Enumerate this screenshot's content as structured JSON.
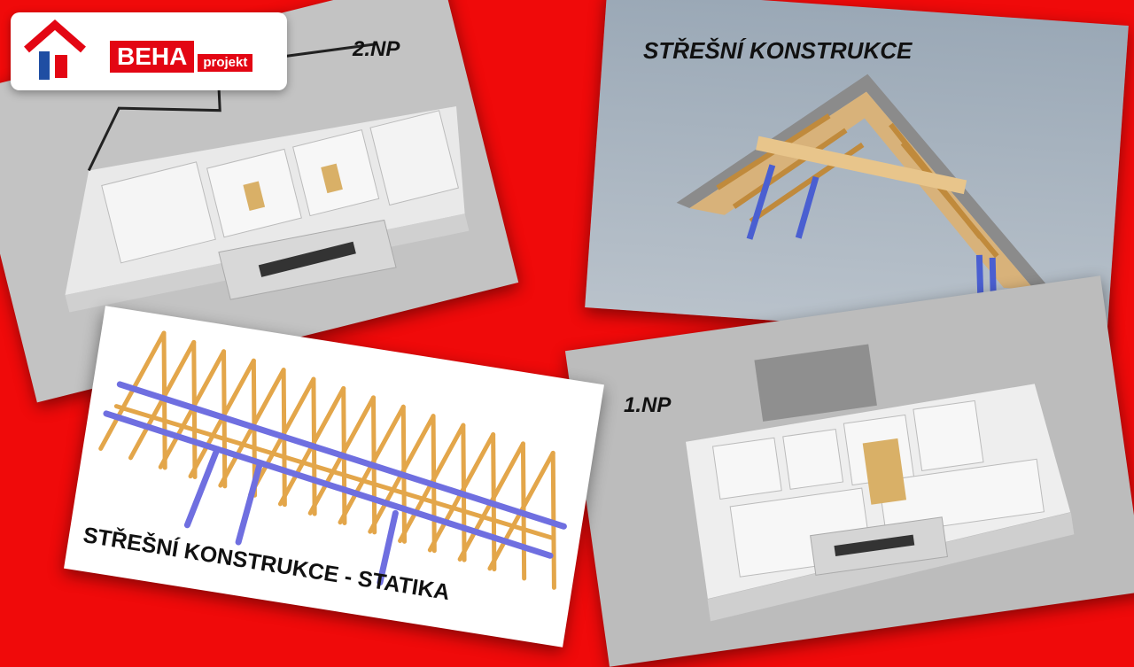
{
  "logo": {
    "icon": "house-logo-icon",
    "brand_main": "BEHA",
    "brand_sub": "projekt"
  },
  "panels": {
    "floor2": {
      "caption": "2.NP"
    },
    "roof": {
      "caption": "STŘEŠNÍ KONSTRUKCE"
    },
    "floor1": {
      "caption": "1.NP"
    },
    "roof_static": {
      "caption": "STŘEŠNÍ KONSTRUKCE - STATIKA"
    }
  },
  "colors": {
    "background": "#f00a0a",
    "brand_red": "#e30613",
    "timber": "#e3a64a",
    "steel": "#6f6fe0"
  }
}
